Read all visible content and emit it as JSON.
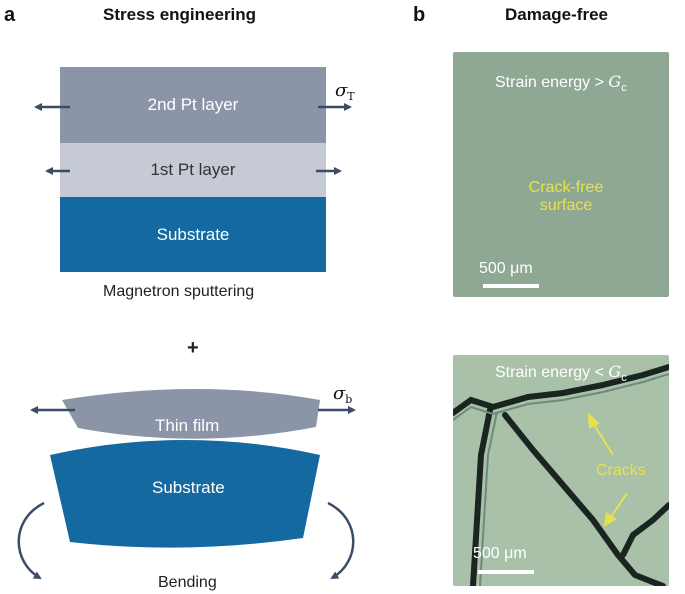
{
  "panel_a": {
    "letter": "a",
    "title": "Stress engineering",
    "layers": {
      "top": "2nd Pt layer",
      "middle": "1st Pt layer",
      "bottom": "Substrate"
    },
    "sigma_top": "σ",
    "sigma_top_sub": "T",
    "caption_top": "Magnetron sputtering",
    "plus": "+",
    "thin_film": "Thin film",
    "bent_substrate": "Substrate",
    "sigma_bottom": "σ",
    "sigma_bottom_sub": "b",
    "caption_bottom": "Bending"
  },
  "panel_b": {
    "letter": "b",
    "title": "Damage-free",
    "top_image": {
      "label_prefix": "Strain energy > ",
      "label_symbol": "G",
      "label_sub": "c",
      "annotation_line1": "Crack-free",
      "annotation_line2": "surface",
      "scale_label": "500 μm"
    },
    "bottom_image": {
      "label_prefix": "Strain energy < ",
      "label_symbol": "G",
      "label_sub": "c",
      "annotation": "Cracks",
      "scale_label": "500 μm"
    }
  },
  "colors": {
    "layer_top": "#8c94a8",
    "layer_middle": "#c5cad4",
    "substrate": "#1469a0",
    "arrow": "#3b4c66",
    "annotation": "#e8e24a",
    "micro_bg_top": "#8fa894"
  }
}
